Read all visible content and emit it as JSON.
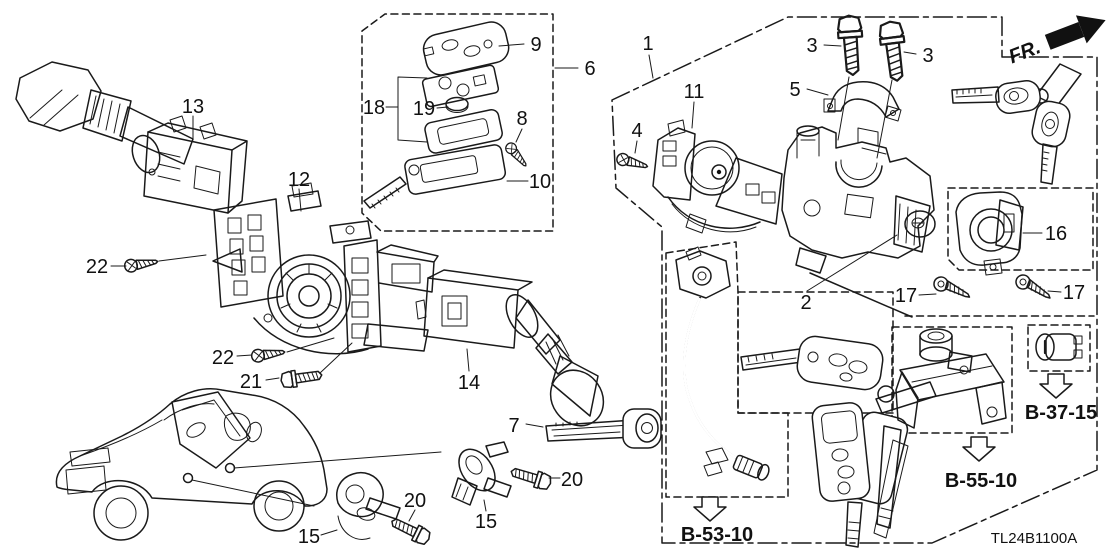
{
  "diagram": {
    "code": "TL24B1100A",
    "fr": "FR.",
    "colors": {
      "line": "#1a1a1a",
      "background": "#ffffff"
    },
    "callouts": {
      "1": "1",
      "2": "2",
      "3": "3",
      "4": "4",
      "5": "5",
      "6": "6",
      "7": "7",
      "8": "8",
      "9": "9",
      "10": "10",
      "11": "11",
      "12": "12",
      "13": "13",
      "14": "14",
      "15": "15",
      "16": "16",
      "17": "17",
      "18": "18",
      "19": "19",
      "20": "20",
      "21": "21",
      "22": "22"
    },
    "refs": {
      "b53": "B-53-10",
      "b55": "B-55-10",
      "b37": "B-37-15"
    }
  }
}
